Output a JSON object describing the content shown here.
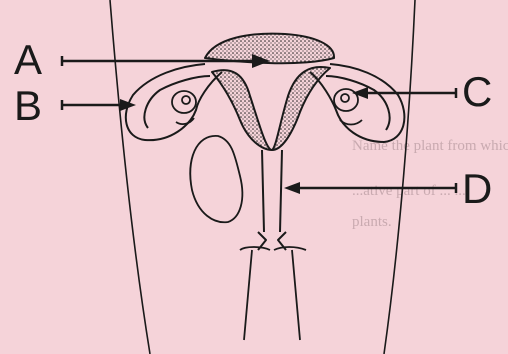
{
  "labels": {
    "a": "A",
    "b": "B",
    "c": "C",
    "d": "D"
  },
  "background_text": [
    "Name the plant from which is loo",
    "...ative part of ... ...",
    "plants."
  ],
  "colors": {
    "background": "#f5d3d9",
    "ink": "#1a1a1a",
    "faint_text": "#c9aab0"
  }
}
